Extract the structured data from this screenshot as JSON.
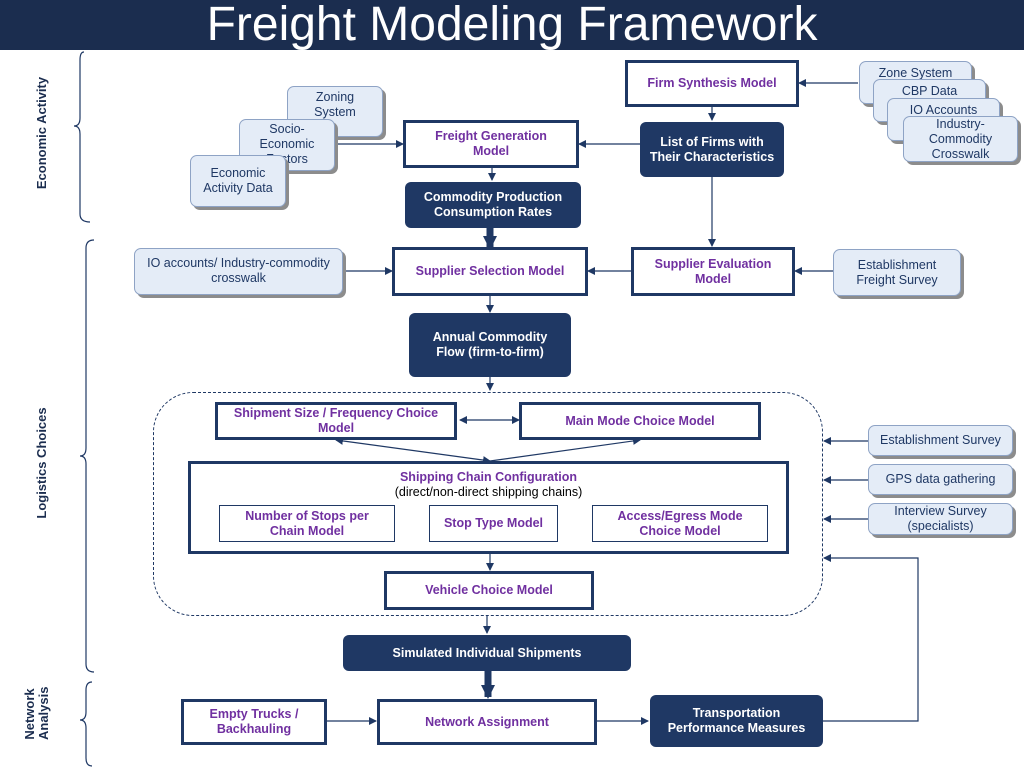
{
  "title": "Freight Modeling Framework",
  "sections": {
    "economic": "Economic Activity",
    "logistics": "Logistics Choices",
    "network": "Network Analysis"
  },
  "models": {
    "firm_synthesis": "Firm Synthesis Model",
    "freight_generation": "Freight Generation Model",
    "supplier_selection": "Supplier Selection Model",
    "supplier_evaluation": "Supplier Evaluation Model",
    "shipment_size": "Shipment Size / Frequency Choice Model",
    "main_mode": "Main Mode Choice Model",
    "shipping_chain_title": "Shipping Chain Configuration",
    "shipping_chain_sub": "(direct/non-direct shipping chains)",
    "stops": "Number of Stops per Chain Model",
    "stop_type": "Stop Type Model",
    "access_egress": "Access/Egress Mode Choice Model",
    "vehicle": "Vehicle Choice Model",
    "empty_trucks": "Empty Trucks / Backhauling",
    "network_assignment": "Network Assignment"
  },
  "outputs": {
    "firms_list": "List of Firms with Their Characteristics",
    "production_rates": "Commodity Production Consumption Rates",
    "annual_flow": "Annual Commodity Flow (firm-to-firm)",
    "simulated": "Simulated Individual Shipments",
    "performance": "Transportation Performance Measures"
  },
  "data_inputs": {
    "zone_system": "Zone System",
    "cbp": "CBP Data",
    "io_accounts": "IO Accounts",
    "industry_crosswalk": "Industry-Commodity Crosswalk",
    "zoning": "Zoning System",
    "socio": "Socio-Economic Factors",
    "economic_activity": "Economic Activity Data",
    "io_industry": "IO accounts/ Industry-commodity crosswalk",
    "establishment_freight": "Establishment Freight Survey",
    "establishment_survey": "Establishment Survey",
    "gps": "GPS data gathering",
    "interview": "Interview Survey (specialists)"
  },
  "colors": {
    "navy": "#1f3864",
    "title_bar": "#1b2d4f",
    "model_text": "#7030a0",
    "data_fill": "#e4ecf7"
  }
}
